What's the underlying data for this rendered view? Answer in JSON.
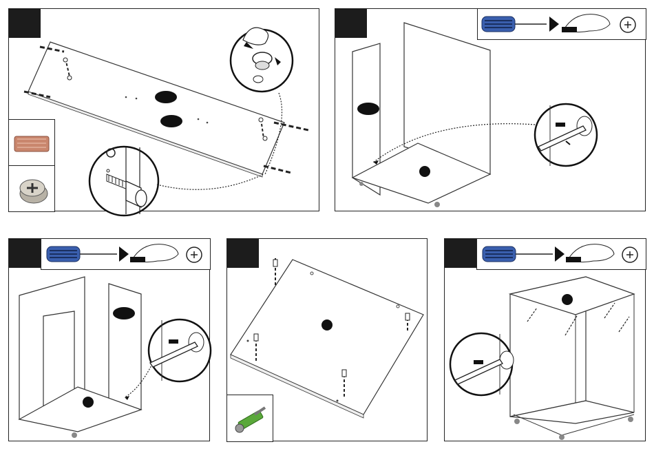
{
  "panels": [
    {
      "step": "",
      "tool": null
    },
    {
      "step": "",
      "tool": "screwdriver-tighten"
    },
    {
      "step": "",
      "tool": "screwdriver-tighten"
    },
    {
      "step": "",
      "tool": null
    },
    {
      "step": "",
      "tool": "screwdriver-tighten"
    }
  ],
  "colors": {
    "frame": "#222222",
    "step_box": "#1c1c1c",
    "screwdriver_handle": "#3a5fae",
    "dowel_wood": "#c9866d",
    "connector_green": "#5aa83a"
  },
  "icons": [
    "wooden-dowel-icon",
    "cam-lock-icon",
    "screwdriver-icon",
    "hand-rotate-icon",
    "screw-connector-icon"
  ]
}
